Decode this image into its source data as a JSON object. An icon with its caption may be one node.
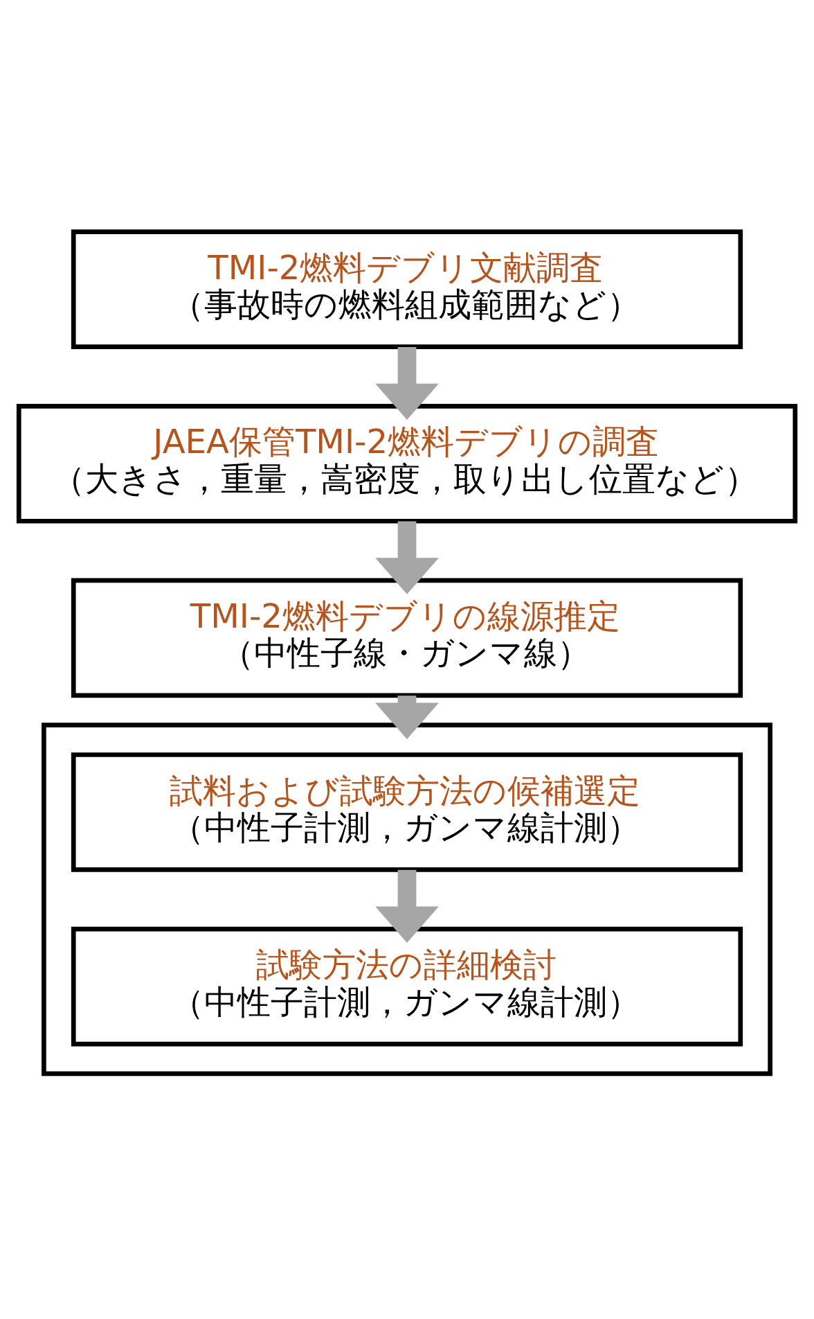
{
  "diagram": {
    "nodes": [
      {
        "text": [
          "TMI-2燃料デブリ文献調査",
          "（事故時の燃料組成範囲など）"
        ]
      },
      {
        "text": [
          "JAEA保管TMI-2燃料デブリの調査",
          "（大きさ，重量，嵩密度，取り出し位置など）"
        ]
      },
      {
        "text": [
          "TMI-2燃料デブリの線源推定",
          "（中性子線・ガンマ線）"
        ]
      },
      {
        "text": [],
        "shape": "box"
      },
      {
        "text": [
          "試料および試験方法の候補選定",
          "（中性子計測，ガンマ線計測）"
        ],
        "in": 3
      },
      {
        "text": [
          "試験方法の詳細検討",
          "（中性子計測，ガンマ線計測）"
        ],
        "in": 3
      }
    ],
    "edges": [
      {
        "from": 0,
        "to": 1,
        "arrow": "to"
      },
      {
        "from": 1,
        "to": 2,
        "arrow": "to"
      },
      {
        "from": 2,
        "to": 3,
        "arrow": "to"
      },
      {
        "from": 4,
        "to": 5,
        "arrow": "to"
      }
    ]
  }
}
